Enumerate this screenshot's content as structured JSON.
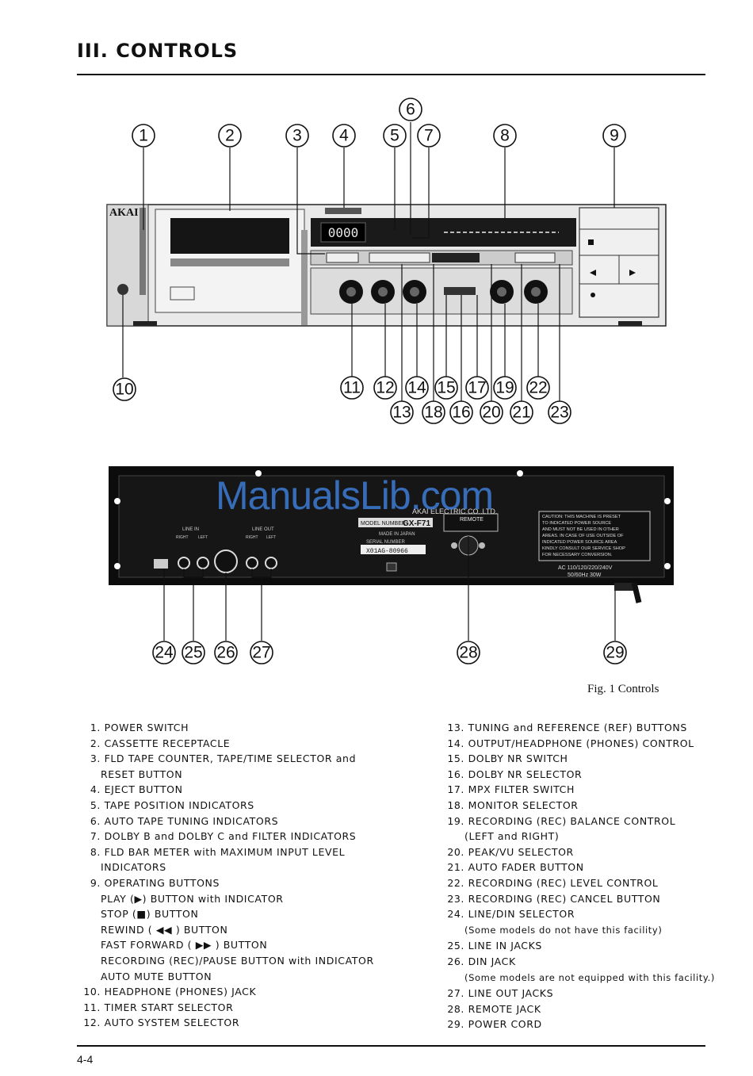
{
  "header": {
    "title": "III. CONTROLS"
  },
  "front_panel": {
    "brand": "AKAI",
    "counter": "0000",
    "callouts_top": [
      "1",
      "2",
      "3",
      "4",
      "5",
      "6",
      "7",
      "8",
      "9"
    ],
    "callouts_left": [
      "10"
    ],
    "callouts_bottom": [
      "11",
      "12",
      "13",
      "14",
      "15",
      "16",
      "17",
      "18",
      "19",
      "20",
      "21",
      "22",
      "23"
    ]
  },
  "rear_panel": {
    "maker": "AKAI ELECTRIC CO.,LTD.",
    "model_label": "MODEL NUMBER",
    "model": "GX-F71",
    "made_in": "MADE IN JAPAN",
    "serial_label": "SERIAL NUMBER",
    "serial": "X01AG-80966",
    "line_in": "LINE IN",
    "line_out": "LINE OUT",
    "right": "RIGHT",
    "left": "LEFT",
    "remote": "REMOTE",
    "caution": [
      "CAUTION: THIS MACHINE IS PRESET",
      "TO INDICATED POWER SOURCE",
      "AND MUST NOT BE USED IN OTHER",
      "AREAS. IN CASE OF USE OUTSIDE OF",
      "INDICATED POWER SOURCE AREA",
      "KINDLY CONSULT OUR SERVICE SHOP",
      "FOR NECESSARY CONVERSION."
    ],
    "power_rating": "AC 110/120/220/240V",
    "power_rating2": "50/60Hz 30W",
    "callouts": [
      "24",
      "25",
      "26",
      "27",
      "28",
      "29"
    ]
  },
  "watermark": "ManualsLib.com",
  "figure": {
    "caption": "Fig. 1  Controls"
  },
  "controls_left": [
    {
      "num": "1.",
      "lines": [
        "POWER SWITCH"
      ]
    },
    {
      "num": "2.",
      "lines": [
        "CASSETTE RECEPTACLE"
      ]
    },
    {
      "num": "3.",
      "lines": [
        "FLD TAPE COUNTER, TAPE/TIME SELECTOR and",
        "RESET BUTTON"
      ]
    },
    {
      "num": "4.",
      "lines": [
        "EJECT BUTTON"
      ]
    },
    {
      "num": "5.",
      "lines": [
        "TAPE POSITION INDICATORS"
      ]
    },
    {
      "num": "6.",
      "lines": [
        "AUTO TAPE TUNING INDICATORS"
      ]
    },
    {
      "num": "7.",
      "lines": [
        "DOLBY B and DOLBY C and FILTER INDICATORS"
      ]
    },
    {
      "num": "8.",
      "lines": [
        "FLD BAR METER with MAXIMUM INPUT LEVEL",
        "INDICATORS"
      ]
    },
    {
      "num": "9.",
      "lines": [
        "OPERATING BUTTONS",
        "PLAY (▶) BUTTON with INDICATOR",
        "STOP (■) BUTTON",
        "REWIND ( ◀◀ ) BUTTON",
        "FAST FORWARD ( ▶▶ ) BUTTON",
        "RECORDING (REC)/PAUSE BUTTON with INDICATOR",
        "AUTO MUTE BUTTON"
      ]
    },
    {
      "num": "10.",
      "lines": [
        "HEADPHONE (PHONES) JACK"
      ]
    },
    {
      "num": "11.",
      "lines": [
        "TIMER START SELECTOR"
      ]
    },
    {
      "num": "12.",
      "lines": [
        "AUTO SYSTEM SELECTOR"
      ]
    }
  ],
  "controls_right": [
    {
      "num": "13.",
      "lines": [
        "TUNING and REFERENCE (REF) BUTTONS"
      ]
    },
    {
      "num": "14.",
      "lines": [
        "OUTPUT/HEADPHONE (PHONES) CONTROL"
      ]
    },
    {
      "num": "15.",
      "lines": [
        "DOLBY NR SWITCH"
      ]
    },
    {
      "num": "16.",
      "lines": [
        "DOLBY NR SELECTOR"
      ]
    },
    {
      "num": "17.",
      "lines": [
        "MPX FILTER SWITCH"
      ]
    },
    {
      "num": "18.",
      "lines": [
        "MONITOR SELECTOR"
      ]
    },
    {
      "num": "19.",
      "lines": [
        "RECORDING (REC) BALANCE CONTROL",
        "(LEFT and RIGHT)"
      ]
    },
    {
      "num": "20.",
      "lines": [
        "PEAK/VU SELECTOR"
      ]
    },
    {
      "num": "21.",
      "lines": [
        "AUTO FADER BUTTON"
      ]
    },
    {
      "num": "22.",
      "lines": [
        "RECORDING (REC) LEVEL CONTROL"
      ]
    },
    {
      "num": "23.",
      "lines": [
        "RECORDING (REC) CANCEL BUTTON"
      ]
    },
    {
      "num": "24.",
      "lines": [
        "LINE/DIN SELECTOR",
        "(Some models do not have this facility)"
      ]
    },
    {
      "num": "25.",
      "lines": [
        "LINE IN JACKS"
      ]
    },
    {
      "num": "26.",
      "lines": [
        "DIN JACK",
        "(Some models are not equipped with this facility.)"
      ]
    },
    {
      "num": "27.",
      "lines": [
        "LINE OUT JACKS"
      ]
    },
    {
      "num": "28.",
      "lines": [
        "REMOTE JACK"
      ]
    },
    {
      "num": "29.",
      "lines": [
        "POWER CORD"
      ]
    }
  ],
  "footer": {
    "page_number": "4-4"
  }
}
